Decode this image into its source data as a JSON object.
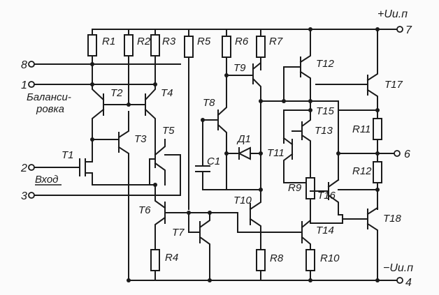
{
  "labels": {
    "r1": "R1",
    "r2": "R2",
    "r3": "R3",
    "r5": "R5",
    "r6": "R6",
    "r7": "R7",
    "r4": "R4",
    "r8": "R8",
    "r9": "R9",
    "r10": "R10",
    "r11": "R11",
    "r12": "R12",
    "t1": "T1",
    "t2": "T2",
    "t3": "T3",
    "t4": "T4",
    "t5": "T5",
    "t6": "T6",
    "t7": "T7",
    "t8": "T8",
    "t9": "T9",
    "t10": "T10",
    "t11": "T11",
    "t12": "T12",
    "t13": "T13",
    "t14": "T14",
    "t15": "T15",
    "t16": "T16",
    "t17": "T17",
    "t18": "T18",
    "d1": "Д1",
    "c1": "C1"
  },
  "pins": {
    "p1": "1",
    "p2": "2",
    "p3": "3",
    "p4": "4",
    "p6": "6",
    "p7": "7",
    "p8": "8",
    "vplus": "+Uи.п",
    "vminus": "−Uи.п"
  },
  "notes": {
    "balance1": "Баланси-",
    "balance2": "ровка",
    "input": "Вход"
  }
}
